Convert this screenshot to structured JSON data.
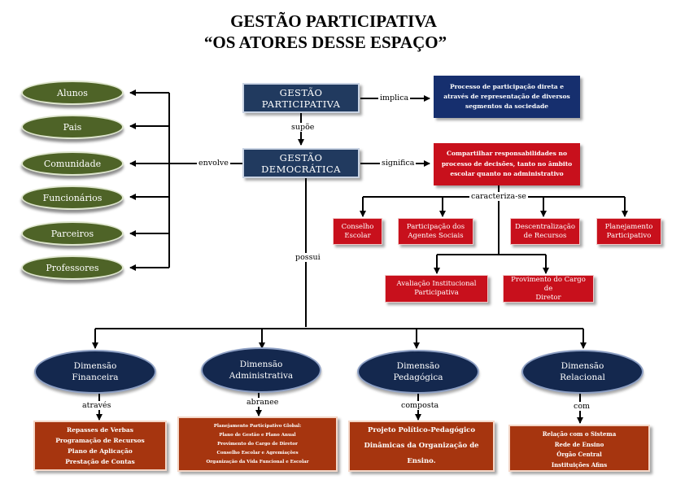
{
  "title": {
    "line1": "GESTÃO PARTICIPATIVA",
    "line2": "“OS ATORES DESSE ESPAÇO”"
  },
  "central": {
    "gestao_participativa": [
      "GESTÃO",
      "PARTICIPATIVA"
    ],
    "gestao_democratica": [
      "GESTÃO",
      "DEMOCRÁTICA"
    ]
  },
  "connectors": {
    "implica": "implica",
    "supoe": "supõe",
    "envolve": "envolve",
    "significa": "significa",
    "caracteriza_se": "caracteriza-se",
    "possui": "possui",
    "atraves": "através",
    "abranee": "abranee",
    "composta": "composta",
    "com": "com"
  },
  "implica_box": "Processo de participação direta e através de representação de diversos segmentos da sociedade",
  "significa_box": "Compartilhar responsabilidades no processo de decisões, tanto no âmbito escolar quanto no administrativo",
  "actors": [
    "Alunos",
    "Pais",
    "Comunidade",
    "Funcionários",
    "Parceiros",
    "Professores"
  ],
  "characteristics_row1": [
    [
      "Conselho",
      "Escolar"
    ],
    [
      "Participação dos",
      "Agentes Sociais"
    ],
    [
      "Descentralização",
      "de Recursos"
    ],
    [
      "Planejamento",
      "Participativo"
    ]
  ],
  "characteristics_row2": [
    [
      "Avaliação Institucional",
      "Participativa"
    ],
    [
      "Provimento do Cargo de",
      "Diretor"
    ]
  ],
  "dimensions": [
    [
      "Dimensão",
      "Financeira"
    ],
    [
      "Dimensão",
      "Administrativa"
    ],
    [
      "Dimensão",
      "Pedagógica"
    ],
    [
      "Dimensão",
      "Relacional"
    ]
  ],
  "financeira_items": [
    "Repasses de Verbas",
    "Programação de Recursos",
    "Plano de Aplicação",
    "Prestação de Contas"
  ],
  "administrativa_items": [
    "Planejamento Participativo Global:",
    "Plano de Gestão e Plano Anual",
    "Provimento do Cargo de Diretor",
    "Conselho Escolar e Agremiações",
    "Organização da Vida Funcional e Escolar"
  ],
  "pedagogica_items": [
    "Projeto Político-Pedagógico",
    "Dinâmicas da Organização de Ensino."
  ],
  "relacional_items": [
    "Relação com o Sistema",
    "Rede de Ensino",
    "Órgão Central",
    "Instituições Afins"
  ]
}
